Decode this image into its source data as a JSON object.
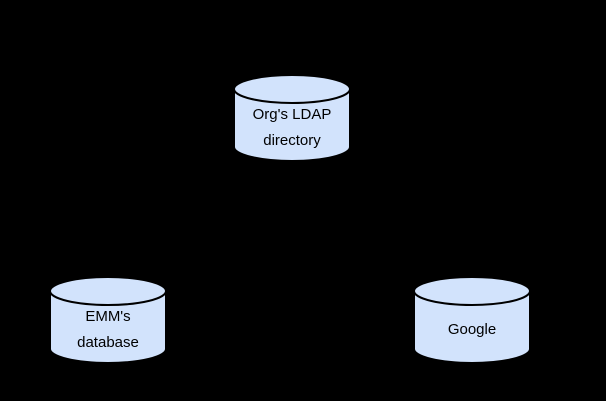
{
  "diagram": {
    "background_color": "#000000",
    "node_fill_color": "#d2e3fc",
    "node_stroke_color": "#000000",
    "node_text_color": "#000000",
    "nodes": {
      "ldap_directory": {
        "shape": "database-cylinder",
        "label": [
          "Org's LDAP",
          "directory"
        ]
      },
      "emm_database": {
        "shape": "database-cylinder",
        "label": [
          "EMM's",
          "database"
        ]
      },
      "google": {
        "shape": "database-cylinder",
        "label": [
          "Google"
        ]
      }
    }
  }
}
